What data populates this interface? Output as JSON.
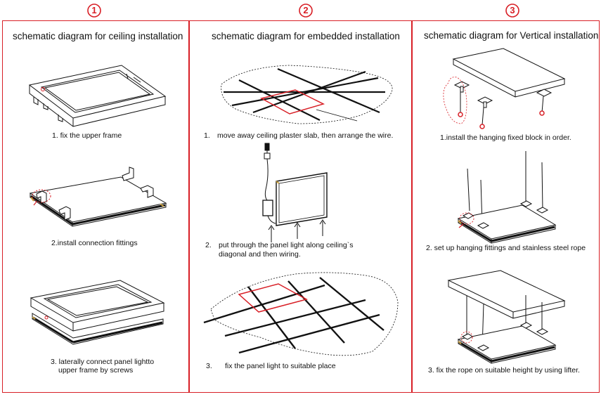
{
  "colors": {
    "accent": "#d81f26",
    "line": "#111111"
  },
  "panels": [
    {
      "number": "1",
      "title": "schematic diagram for ceiling installation",
      "steps": [
        {
          "text": "1. fix the upper frame"
        },
        {
          "text": "2.install connection fittings"
        },
        {
          "line1": "3. laterally connect panel lightto",
          "line2": "upper frame by screws"
        }
      ]
    },
    {
      "number": "2",
      "title": "schematic diagram for embedded installation",
      "steps": [
        {
          "num": "1.",
          "text": "move away ceiling plaster slab, then arrange the wire."
        },
        {
          "num": "2.",
          "line1": "put through the panel light along ceiling`s",
          "line2": "diagonal and then wiring."
        },
        {
          "num": "3.",
          "text": "fix the panel light to suitable place"
        }
      ]
    },
    {
      "number": "3",
      "title": "schematic diagram for Vertical  installation",
      "steps": [
        {
          "text": "1.install the hanging fixed block in order."
        },
        {
          "text": "2. set up hanging fittings and stainless steel rope"
        },
        {
          "text": "3. fix the rope on suitable height by using lifter."
        }
      ]
    }
  ]
}
